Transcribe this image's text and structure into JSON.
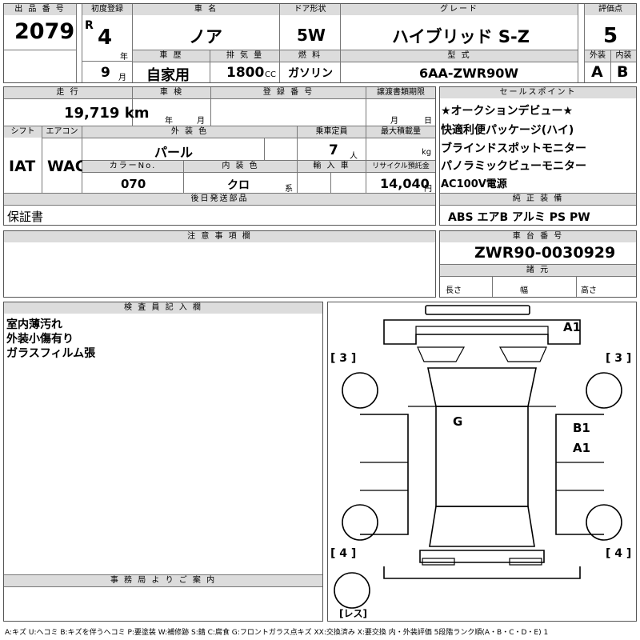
{
  "top": {
    "lot_no_label": "出 品 番 号",
    "lot_no": "2079",
    "first_reg_label": "初度登録",
    "era": "R",
    "reg_year": "4",
    "year_unit": "年",
    "reg_month": "9",
    "month_unit": "月",
    "car_name_label": "車 名",
    "car_name": "ノア",
    "door_label": "ドア形状",
    "door": "5W",
    "grade_label": "グレード",
    "grade": "ハイブリッド S-Z",
    "score_label": "評価点",
    "score": "5",
    "history_label": "車 歴",
    "history": "自家用",
    "displacement_label": "排 気 量",
    "displacement": "1800",
    "cc_unit": "CC",
    "fuel_label": "燃 料",
    "fuel": "ガソリン",
    "model_label": "型 式",
    "model": "6AA-ZWR90W",
    "ext_label": "外装",
    "ext_grade": "A",
    "int_label": "内装",
    "int_grade": "B"
  },
  "mid": {
    "mileage_label": "走 行",
    "mileage": "19,719 km",
    "inspection_label": "車 検",
    "insp_year_unit": "年",
    "insp_month_unit": "月",
    "regno_label": "登 録 番 号",
    "transfer_label": "譲渡書類期限",
    "transfer_month_unit": "月",
    "transfer_day_unit": "日",
    "shift_label": "シフト",
    "shift": "IAT",
    "ac_label": "エアコン",
    "ac": "WAC",
    "ext_color_label": "外 装 色",
    "ext_color": "パール",
    "capacity_label": "乗車定員",
    "capacity": "7",
    "capacity_unit": "人",
    "max_load_label": "最大積載量",
    "max_load_unit": "kg",
    "color_no_label": "カラーNo.",
    "color_no": "070",
    "int_color_label": "内 装 色",
    "int_color": "クロ",
    "int_color_unit": "系",
    "import_label": "輸 入 車",
    "recycle_label": "リサイクル預託金",
    "recycle": "14,040",
    "recycle_unit": "円",
    "later_label": "後日発送部品",
    "later_value": "保証書"
  },
  "sales": {
    "label": "セールスポイント",
    "lines": [
      "★オークションデビュー★",
      "快適利便パッケージ(ハイ)",
      "ブラインドスポットモニター",
      "パノラミックビューモニター",
      "AC100V電源"
    ]
  },
  "equipment": {
    "label": "純 正 装 備",
    "value": "ABS エアB アルミ PS PW"
  },
  "notes": {
    "label": "注 意 事 項 欄"
  },
  "chassis": {
    "label": "車 台 番 号",
    "value": "ZWR90-0030929",
    "specs_label": "諸 元",
    "length_label": "長さ",
    "width_label": "幅",
    "height_label": "高さ"
  },
  "inspector": {
    "label": "検 査 員 記 入 欄",
    "lines": [
      "室内薄汚れ",
      "外装小傷有り",
      "ガラスフィルム張"
    ]
  },
  "office": {
    "label": "事 務 局 よ り ご 案 内"
  },
  "diagram": {
    "marks": [
      "A1",
      "G",
      "B1",
      "A1"
    ],
    "tire_tl": "[ 3 ]",
    "tire_tr": "[ 3 ]",
    "tire_bl": "[ 4 ]",
    "tire_br": "[ 4 ]",
    "spare": "[レス]"
  },
  "legend": "A:キズ U:ヘコミ B:キズを伴うヘコミ P:要塗装 W:補修跡 S:錆 C:腐食 G:フロントガラス点キズ XX:交換済み X:要交換 内・外装評価 5段階ランク順(A・B・C・D・E) 1"
}
